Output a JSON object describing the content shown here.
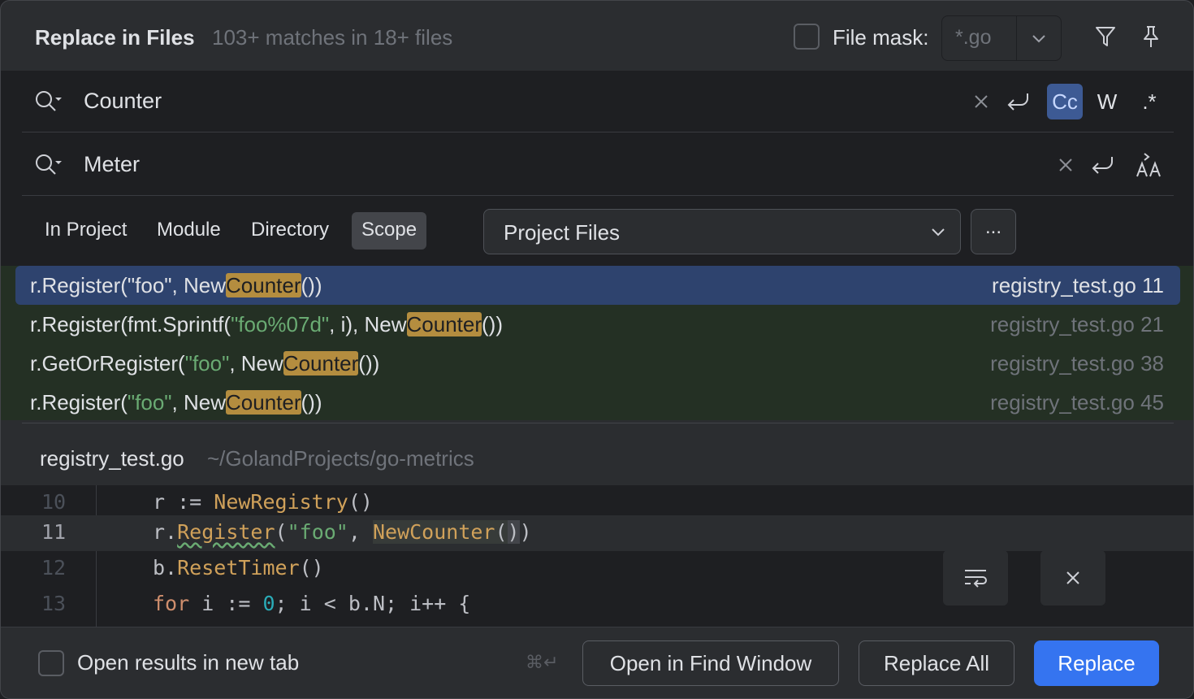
{
  "header": {
    "title": "Replace in Files",
    "subtitle": "103+ matches in 18+ files",
    "file_mask_label": "File mask:",
    "file_mask_value": "*.go"
  },
  "search": {
    "find_text": "Counter",
    "replace_text": "Meter",
    "options": {
      "case": "Cc",
      "words": "W",
      "regex": ".*"
    }
  },
  "scope": {
    "tabs": [
      "In Project",
      "Module",
      "Directory",
      "Scope"
    ],
    "active_tab": "Scope",
    "selected": "Project Files",
    "more_label": "..."
  },
  "results": [
    {
      "pre": "r.Register(",
      "str": "\"foo\"",
      "mid": ", New",
      "match": "Counter",
      "post": "())",
      "file": "registry_test.go 11",
      "selected": true
    },
    {
      "pre": "r.Register(fmt.Sprintf(",
      "str": "\"foo%07d\"",
      "mid": ", i), New",
      "match": "Counter",
      "post": "())",
      "file": "registry_test.go 21",
      "selected": false
    },
    {
      "pre": "r.GetOrRegister(",
      "str": "\"foo\"",
      "mid": ", New",
      "match": "Counter",
      "post": "())",
      "file": "registry_test.go 38",
      "selected": false
    },
    {
      "pre": "r.Register(",
      "str": "\"foo\"",
      "mid": ", New",
      "match": "Counter",
      "post": "())",
      "file": "registry_test.go 45",
      "selected": false
    }
  ],
  "preview": {
    "file": "registry_test.go",
    "path": "~/GolandProjects/go-metrics",
    "lines": [
      {
        "n": "10"
      },
      {
        "n": "11"
      },
      {
        "n": "12"
      },
      {
        "n": "13"
      }
    ],
    "code": {
      "l10": {
        "a": "r := ",
        "fn": "NewRegistry",
        "b": "()"
      },
      "l11": {
        "a": "r.",
        "fn": "Register",
        "b": "(",
        "s": "\"foo\"",
        "c": ", ",
        "fn2": "NewCounter",
        "p1": "(",
        "p2": ")",
        "d": ")"
      },
      "l12": {
        "a": "b.",
        "fn": "ResetTimer",
        "b": "()"
      },
      "l13": {
        "kw": "for",
        "a": " i := ",
        "num": "0",
        "b": "; i < b.N; i++ {"
      }
    }
  },
  "footer": {
    "open_new_tab_label": "Open results in new tab",
    "shortcut": "⌘↵",
    "open_find_window": "Open in Find Window",
    "replace_all": "Replace All",
    "replace": "Replace"
  },
  "colors": {
    "accent": "#3574f0",
    "match_highlight": "#b48d3f",
    "result_bg": "#243024",
    "selected_row": "#2e436e"
  }
}
